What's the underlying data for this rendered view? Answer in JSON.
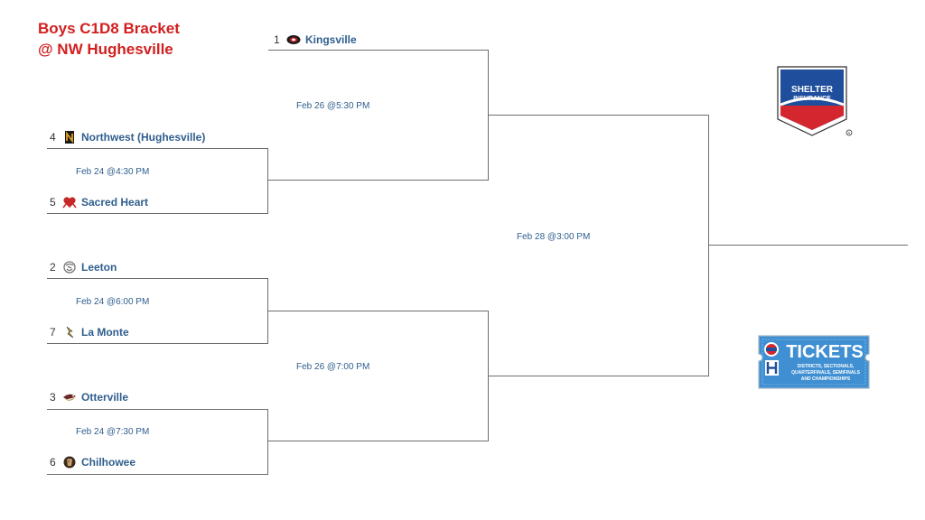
{
  "title": {
    "line1": "Boys C1D8 Bracket",
    "line2": "@ NW Hughesville"
  },
  "teams": [
    {
      "seed": "1",
      "name": "Kingsville",
      "icon": "kingsville-logo-icon"
    },
    {
      "seed": "4",
      "name": "Northwest (Hughesville)",
      "icon": "northwest-logo-icon"
    },
    {
      "seed": "5",
      "name": "Sacred Heart",
      "icon": "sacred-heart-logo-icon"
    },
    {
      "seed": "2",
      "name": "Leeton",
      "icon": "leeton-logo-icon"
    },
    {
      "seed": "7",
      "name": "La Monte",
      "icon": "la-monte-logo-icon"
    },
    {
      "seed": "3",
      "name": "Otterville",
      "icon": "otterville-logo-icon"
    },
    {
      "seed": "6",
      "name": "Chilhowee",
      "icon": "chilhowee-logo-icon"
    }
  ],
  "games": [
    {
      "label": "Feb 24 @4:30 PM"
    },
    {
      "label": "Feb 24 @6:00 PM"
    },
    {
      "label": "Feb 24 @7:30 PM"
    },
    {
      "label": "Feb 26 @5:30 PM"
    },
    {
      "label": "Feb 26 @7:00 PM"
    },
    {
      "label": "Feb 28 @3:00 PM"
    }
  ],
  "sponsors": {
    "shelter_line1": "SHELTER",
    "shelter_line2": "INSURANCE",
    "tickets_title": "TICKETS",
    "tickets_line1": "DISTRICTS, SECTIONALS,",
    "tickets_line2": "QUARTERFINALS, SEMIFINALS",
    "tickets_line3": "AND CHAMPIONSHIPS"
  },
  "colors": {
    "title": "#d21f1f",
    "team_text": "#2f5e8e",
    "bracket_line": "#6d6d6d",
    "shelter_blue": "#1f4f9c",
    "shelter_red": "#d3262e",
    "tickets_blue": "#3f8fd2"
  }
}
